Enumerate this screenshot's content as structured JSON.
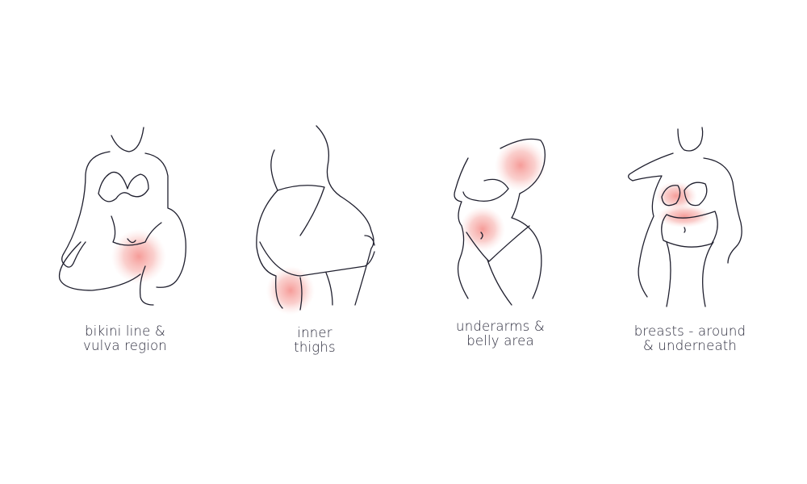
{
  "colors": {
    "line": "#1f1f2e",
    "highlight": "#f4a3a0",
    "text": "#2b2b3c"
  },
  "figures": [
    {
      "id": "bikini",
      "label_lines": [
        "bikini line &",
        "vulva region"
      ]
    },
    {
      "id": "thighs",
      "label_lines": [
        "inner",
        "thighs"
      ]
    },
    {
      "id": "underarms",
      "label_lines": [
        "underarms &",
        "belly area"
      ]
    },
    {
      "id": "breasts",
      "label_lines": [
        "breasts - around",
        "& underneath"
      ]
    }
  ]
}
